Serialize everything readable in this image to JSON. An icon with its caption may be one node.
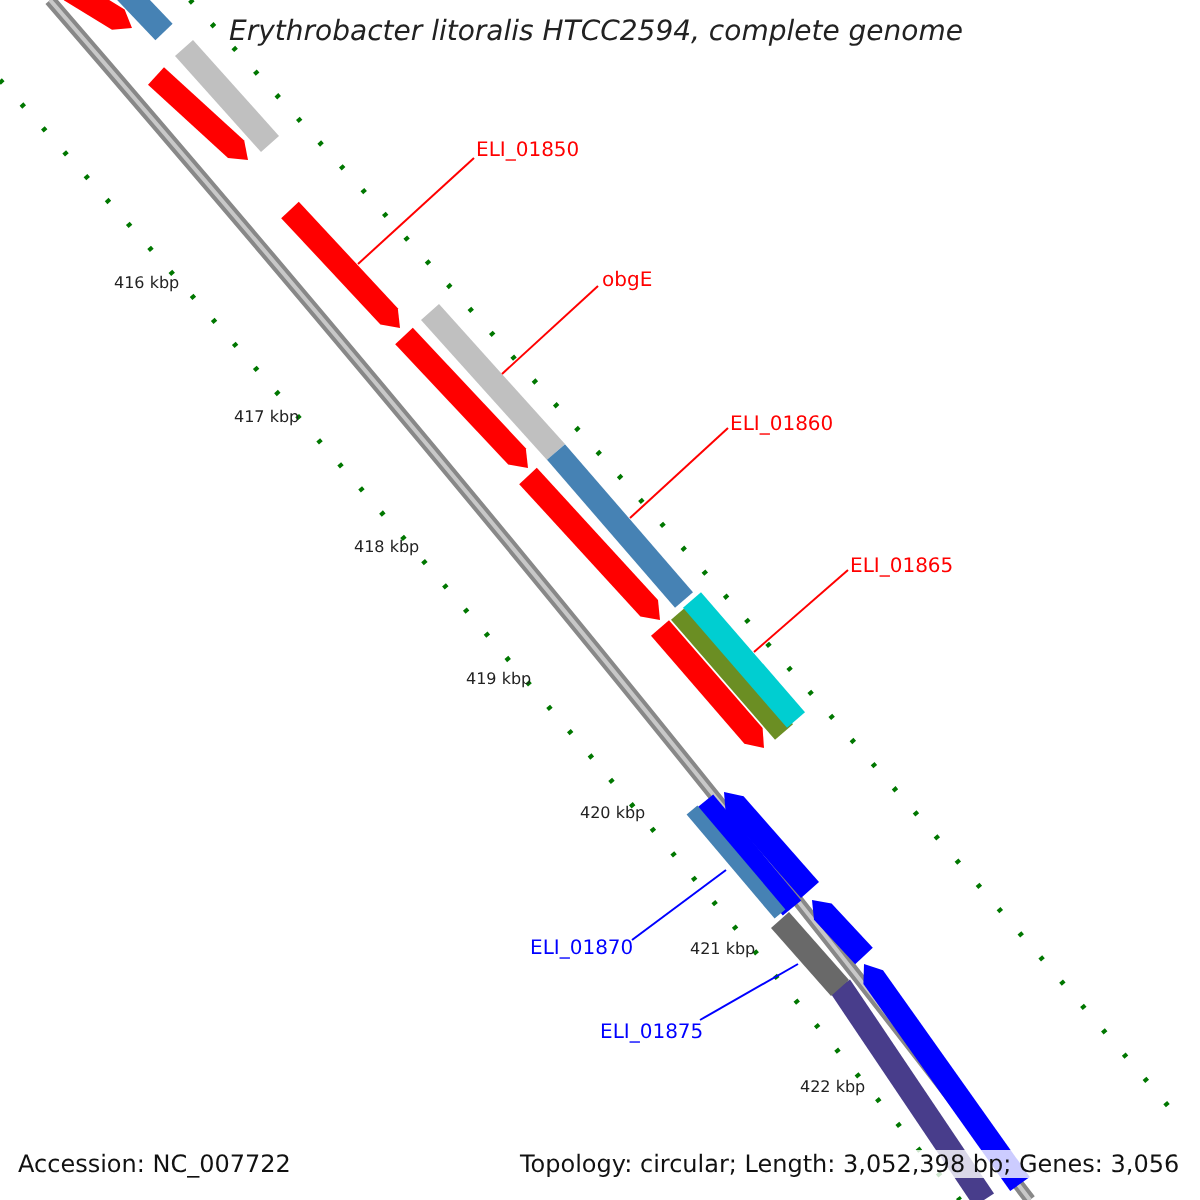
{
  "diagram": {
    "title": "Erythrobacter litoralis HTCC2594, complete genome",
    "nodes": [
      {
        "text": [
          "ELI_01850"
        ]
      },
      {
        "text": [],
        "shape": "arrow"
      },
      {
        "text": [
          "obgE"
        ]
      },
      {
        "text": [],
        "shape": "bar"
      },
      {
        "text": [
          "ELI_01860"
        ]
      },
      {
        "text": [],
        "shape": "bar"
      },
      {
        "text": [
          "ELI_01865"
        ]
      },
      {
        "text": [],
        "shape": "bar"
      },
      {
        "text": [
          "ELI_01870"
        ]
      },
      {
        "text": [],
        "shape": "bar"
      },
      {
        "text": [
          "ELI_01875"
        ]
      },
      {
        "text": [],
        "shape": "bar"
      }
    ],
    "edges": [
      {
        "from": 0,
        "to": 1,
        "arrow": "none"
      },
      {
        "from": 2,
        "to": 3,
        "arrow": "none"
      },
      {
        "from": 4,
        "to": 5,
        "arrow": "none"
      },
      {
        "from": 6,
        "to": 7,
        "arrow": "none"
      },
      {
        "from": 8,
        "to": 9,
        "arrow": "none",
        "color": "#0000ff"
      },
      {
        "from": 10,
        "to": 11,
        "arrow": "none",
        "color": "#0000ff"
      }
    ],
    "labels": [
      "416 kbp",
      "417 kbp",
      "418 kbp",
      "419 kbp",
      "420 kbp",
      "421 kbp",
      "422 kbp",
      "Accession: NC_007722",
      "Topology: circular; Length: 3,052,398 bp; Genes: 3,056"
    ]
  }
}
